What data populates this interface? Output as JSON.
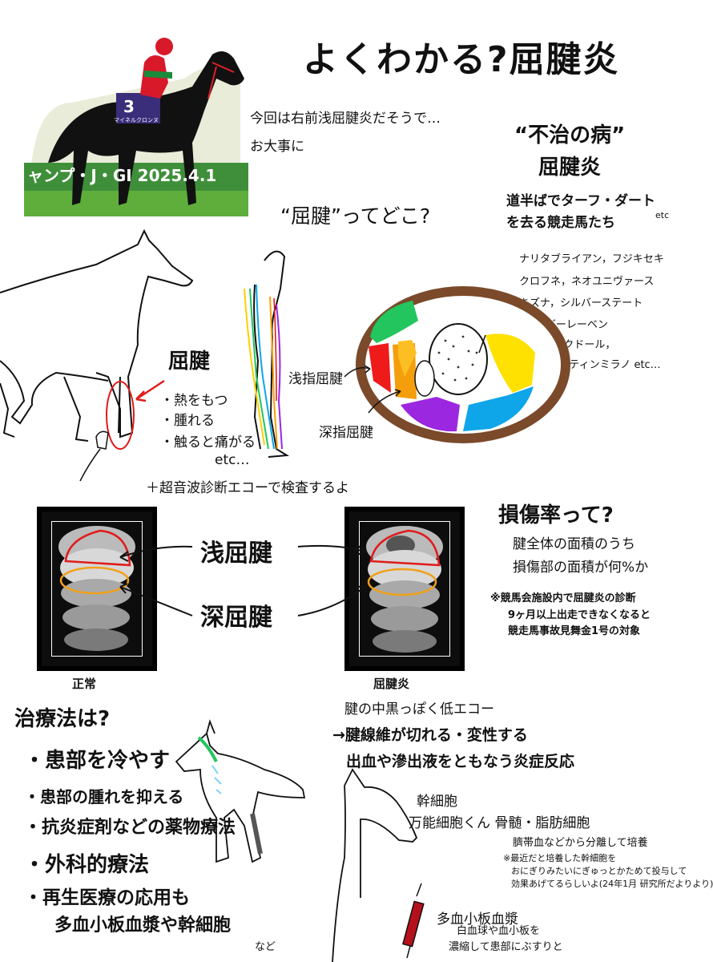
{
  "title": "よくわかる?屈腱炎",
  "photo": {
    "saddle_number": "3",
    "saddle_name": "マイネルクロンヌ",
    "banner": "ャンプ・J・GI 2025.4.1"
  },
  "intro": {
    "line1": "今回は右前浅屈腱炎だそうで…",
    "line2": "お大事に"
  },
  "incurable": {
    "title1": "“不治の病”",
    "title2": "屈腱炎",
    "subtitle1": "道半ばでターフ・ダートを去る競走馬たち",
    "etc": "etc",
    "horses": [
      "ナリタブライアン，フジキセキ",
      "クロフネ，ネオユニヴァース",
      "キズナ，シルバーステート",
      "ユーバーレーベン",
      "ジャックドール，",
      "ジャスティンミラノ etc…"
    ]
  },
  "where": {
    "question": "“屈腱”ってどこ?"
  },
  "symptoms": {
    "heading": "屈腱",
    "items": [
      "・熱をもつ",
      "・腫れる",
      "・触ると痛がる"
    ],
    "etc": "etc…"
  },
  "cross_section": {
    "superficial_label": "浅指屈腱",
    "deep_label": "深指屈腱"
  },
  "ultrasound": {
    "intro": "＋超音波診断エコーで検査するよ",
    "label_superficial": "浅屈腱",
    "label_deep": "深屈腱",
    "normal_caption": "正常",
    "disease_caption": "屈腱炎",
    "disease_note": "腱の中黒っぽく低エコー"
  },
  "injury_rate": {
    "heading": "損傷率って?",
    "line1": "腱全体の面積のうち",
    "line2": "損傷部の面積が何%か",
    "note1": "※競馬会施設内で屈腱炎の診断",
    "note2": "9ヶ月以上出走できなくなると",
    "note3": "競走馬事故見舞金1号の対象"
  },
  "pathology": {
    "line1": "→腱線維が切れる・変性する",
    "line2": "出血や滲出液をともなう炎症反応"
  },
  "treatment": {
    "heading": "治療法は?",
    "items": [
      "・患部を冷やす",
      "・患部の腫れを抑える",
      "・抗炎症剤などの薬物療法",
      "・外科的療法",
      "・再生医療の応用も"
    ],
    "sub": "多血小板血漿や幹細胞",
    "nado": "など"
  },
  "stem_cell": {
    "heading": "幹細胞",
    "line1": "万能細胞くん 骨髄・脂肪細胞",
    "line2": "臍帯血などから分離して培養",
    "note1": "※最近だと培養した幹細胞を",
    "note2": "おにぎりみたいにぎゅっとかためて投与して",
    "note3": "効果あげてるらしいよ(24年1月 研究所だよりより)"
  },
  "prp": {
    "heading": "多血小板血漿",
    "line1": "白血球や血小板を",
    "line2": "濃縮して患部にぶすりと"
  },
  "colors": {
    "red_outline": "#e01b1b",
    "orange_outline": "#f0a01a",
    "green": "#22c55e",
    "yellow": "#ffe100",
    "blue": "#0ea5e9",
    "purple": "#9b27e0",
    "red": "#ef1b1b",
    "orange": "#f59e0b",
    "ring": "#7a4a2a"
  }
}
